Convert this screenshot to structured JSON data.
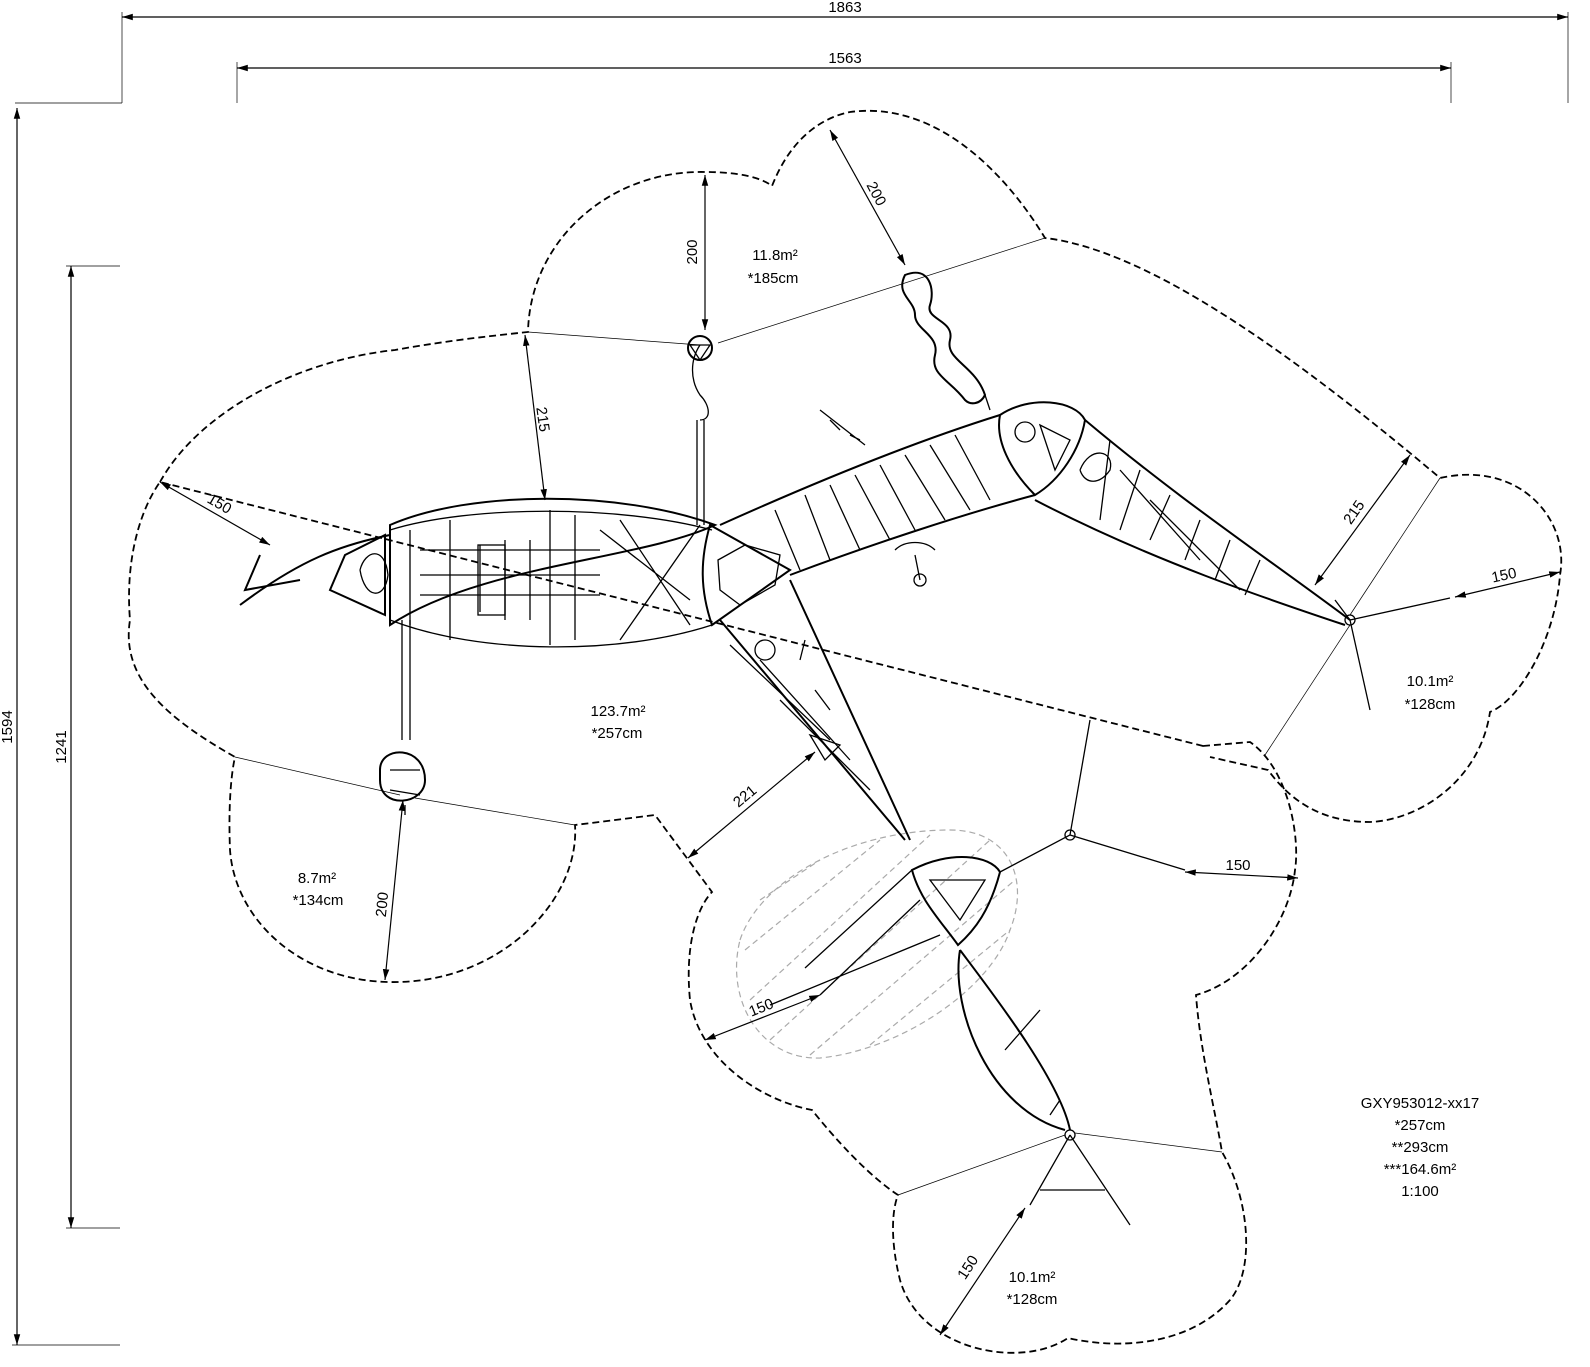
{
  "dimensions": {
    "overall_width": "1863",
    "inner_width": "1563",
    "overall_height": "1594",
    "inner_height": "1241"
  },
  "clearances": [
    "200",
    "200",
    "215",
    "150",
    "215",
    "150",
    "221",
    "150",
    "150",
    "200",
    "150"
  ],
  "zones": [
    {
      "area": "11.8m²",
      "height": "*185cm"
    },
    {
      "area": "123.7m²",
      "height": "*257cm"
    },
    {
      "area": "10.1m²",
      "height": "*128cm"
    },
    {
      "area": "8.7m²",
      "height": "*134cm"
    },
    {
      "area": "10.1m²",
      "height": "*128cm"
    }
  ],
  "legend": {
    "code": "GXY953012-xx17",
    "height1": "*257cm",
    "height2": "**293cm",
    "area": "***164.6m²",
    "scale": "1:100"
  }
}
